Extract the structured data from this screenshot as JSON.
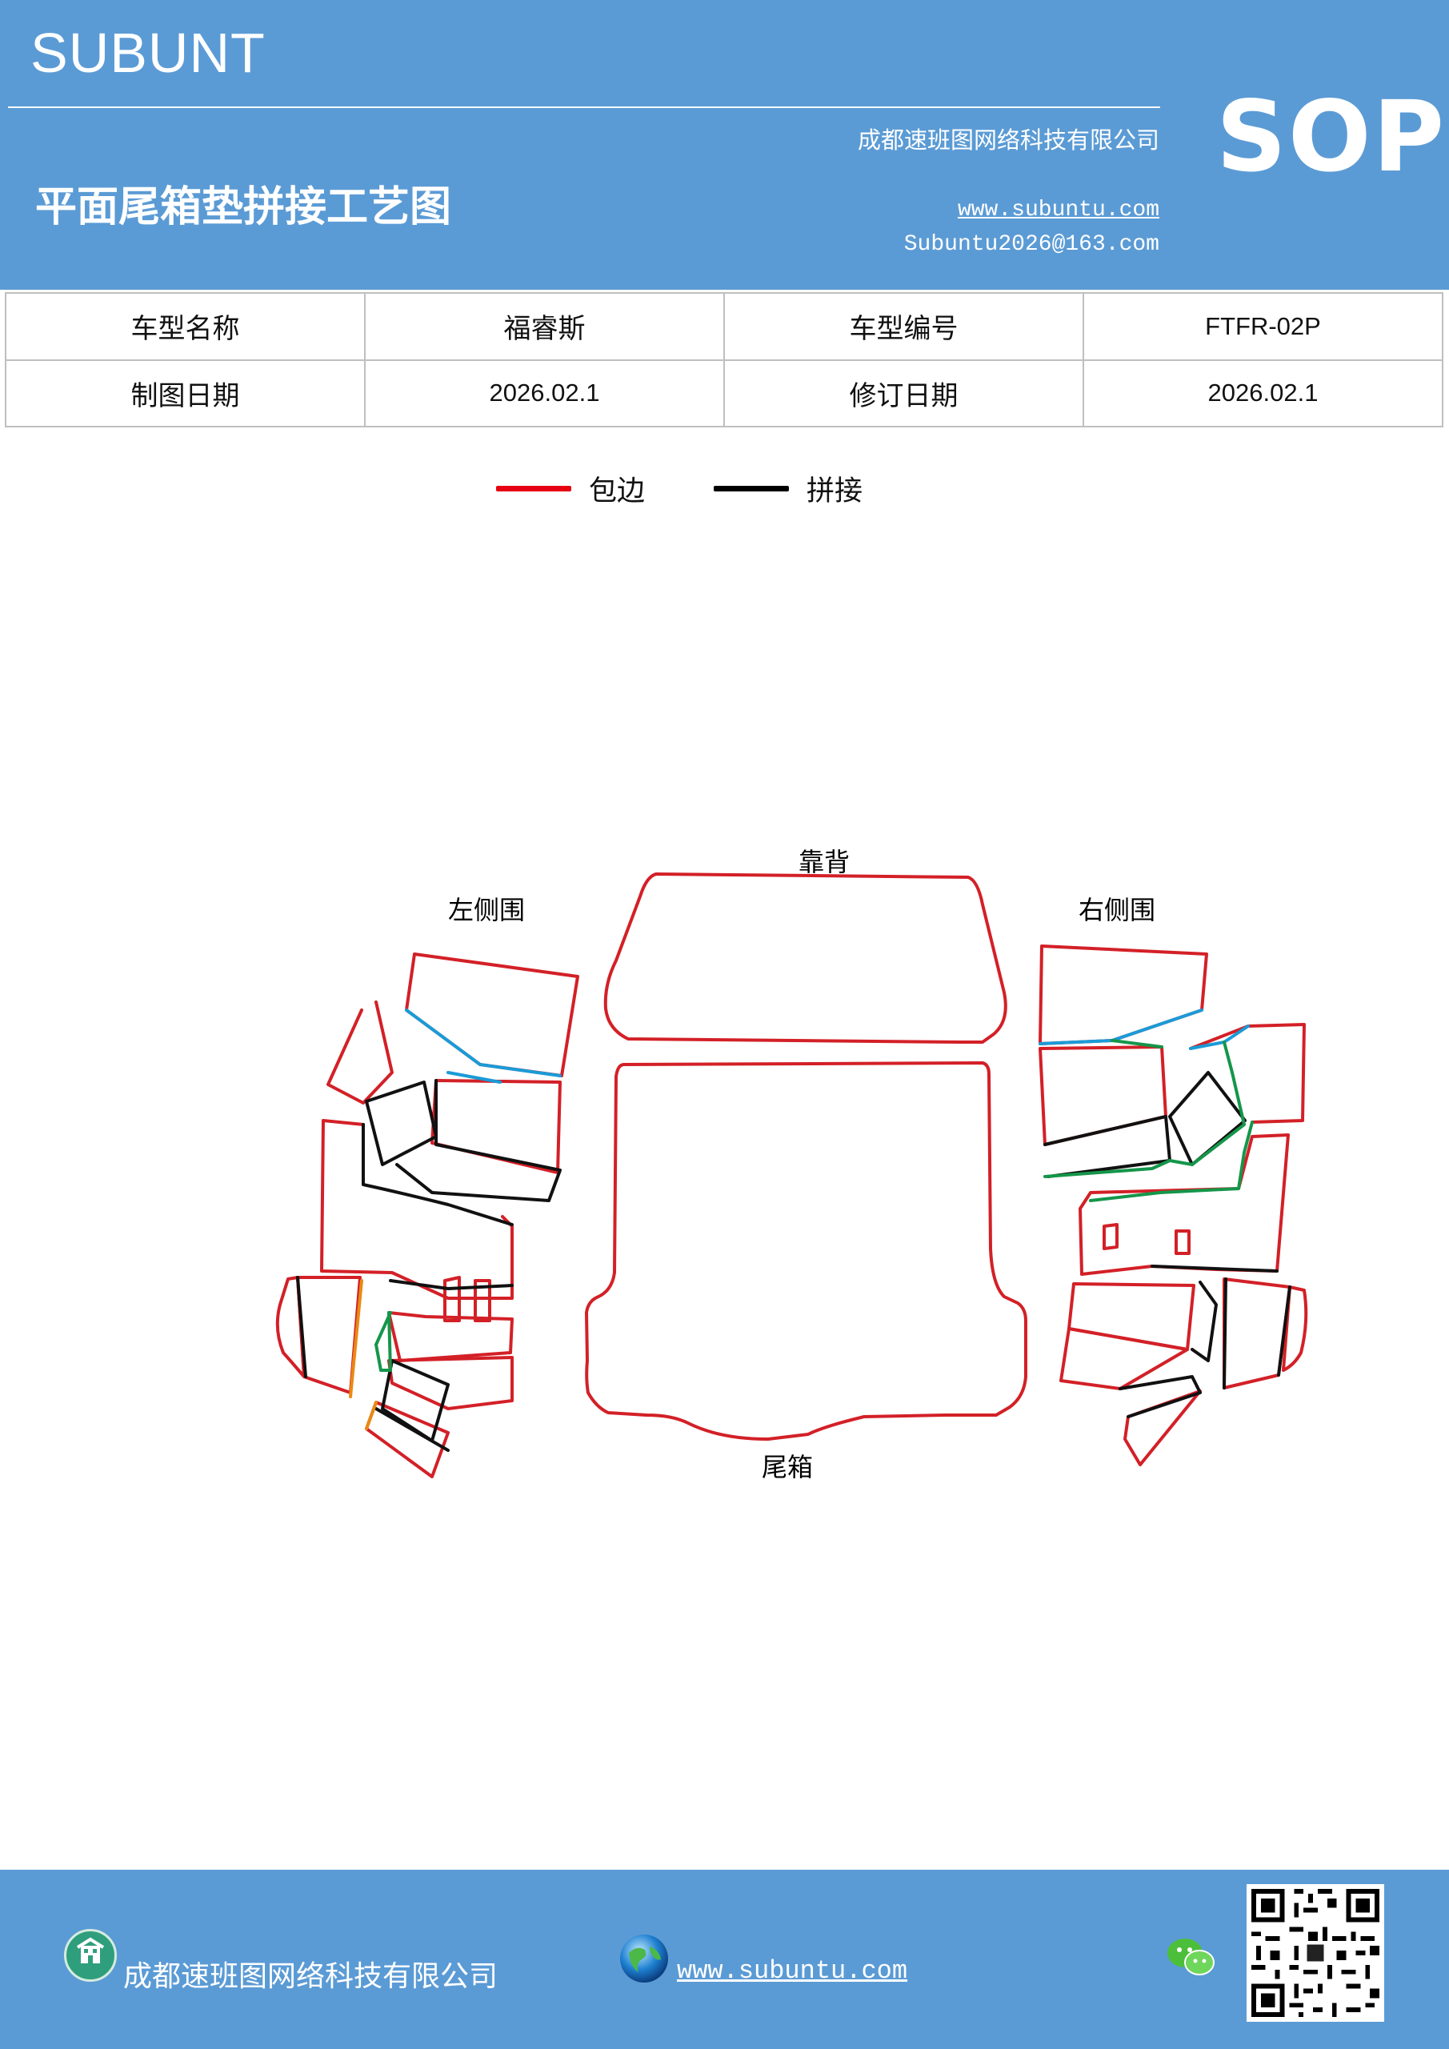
{
  "header": {
    "brand": "SUBUNT",
    "sop": "SOP",
    "company": "成都速班图网络科技有限公司",
    "title": "平面尾箱垫拼接工艺图",
    "website": "www.subuntu.com",
    "email": "Subuntu2026@163.com"
  },
  "info_table": {
    "rows": [
      [
        "车型名称",
        "福睿斯",
        "车型编号",
        "FTFR-02P"
      ],
      [
        "制图日期",
        "2026.02.1",
        "修订日期",
        "2026.02.1"
      ]
    ]
  },
  "legend": {
    "items": [
      {
        "label": "包边",
        "color": "#e60012"
      },
      {
        "label": "拼接",
        "color": "#000000"
      }
    ]
  },
  "diagram": {
    "labels": {
      "backrest": "靠背",
      "left_side": "左侧围",
      "right_side": "右侧围",
      "trunk": "尾箱"
    },
    "colors": {
      "edge": "#d32027",
      "seam": "#111111",
      "blue": "#1a9bd7",
      "green": "#14964a",
      "orange": "#e98a13"
    }
  },
  "footer": {
    "company": "成都速班图网络科技有限公司",
    "website": "www.subuntu.com",
    "icons": [
      "building-icon",
      "globe-icon",
      "wechat-icon",
      "qr-code"
    ]
  }
}
